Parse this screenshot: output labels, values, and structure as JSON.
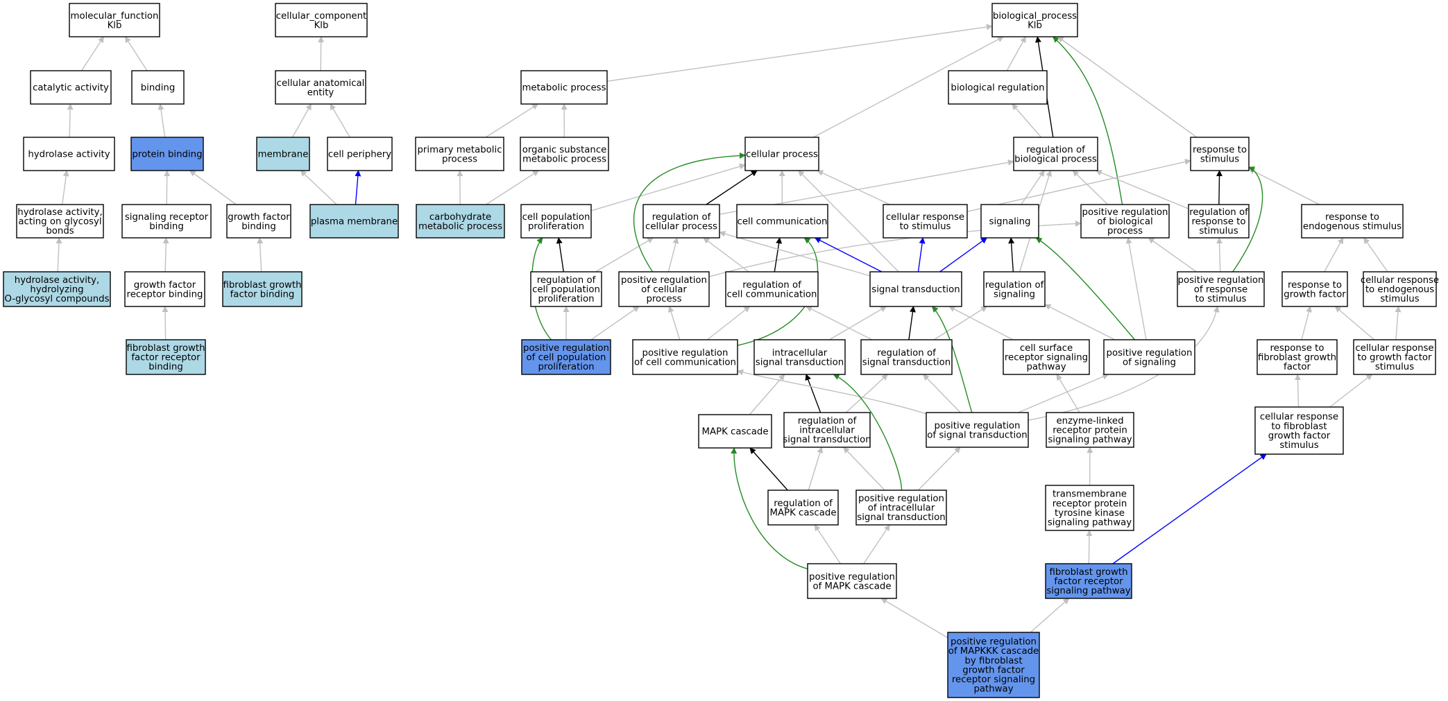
{
  "colors": {
    "white": "#ffffff",
    "lightblue": "#add8e6",
    "blue": "#6495ed",
    "is_a": "#c0c0c0",
    "regulates": "#000000",
    "part_of": "#0000ff",
    "positively_regulates": "#228b22"
  },
  "nodes": [
    {
      "id": "mf",
      "lines": [
        "molecular_function",
        "Klb"
      ],
      "fill": "white"
    },
    {
      "id": "cc",
      "lines": [
        "cellular_component",
        "Klb"
      ],
      "fill": "white"
    },
    {
      "id": "bp",
      "lines": [
        "biological_process",
        "Klb"
      ],
      "fill": "white"
    },
    {
      "id": "catalytic",
      "lines": [
        "catalytic activity"
      ],
      "fill": "white"
    },
    {
      "id": "binding",
      "lines": [
        "binding"
      ],
      "fill": "white"
    },
    {
      "id": "cae",
      "lines": [
        "cellular anatomical",
        "entity"
      ],
      "fill": "white"
    },
    {
      "id": "metabolic",
      "lines": [
        "metabolic process"
      ],
      "fill": "white"
    },
    {
      "id": "bioreg",
      "lines": [
        "biological regulation"
      ],
      "fill": "white"
    },
    {
      "id": "hydrolase",
      "lines": [
        "hydrolase activity"
      ],
      "fill": "white"
    },
    {
      "id": "protbind",
      "lines": [
        "protein binding"
      ],
      "fill": "blue"
    },
    {
      "id": "membrane",
      "lines": [
        "membrane"
      ],
      "fill": "lightblue"
    },
    {
      "id": "cellperiph",
      "lines": [
        "cell periphery"
      ],
      "fill": "white"
    },
    {
      "id": "primmet",
      "lines": [
        "primary metabolic",
        "process"
      ],
      "fill": "white"
    },
    {
      "id": "orgsub",
      "lines": [
        "organic substance",
        "metabolic process"
      ],
      "fill": "white"
    },
    {
      "id": "cellproc",
      "lines": [
        "cellular process"
      ],
      "fill": "white"
    },
    {
      "id": "regbio",
      "lines": [
        "regulation of",
        "biological process"
      ],
      "fill": "white"
    },
    {
      "id": "resp",
      "lines": [
        "response to",
        "stimulus"
      ],
      "fill": "white"
    },
    {
      "id": "hydroglyc",
      "lines": [
        "hydrolase activity,",
        "acting on glycosyl",
        "bonds"
      ],
      "fill": "white"
    },
    {
      "id": "sigrecbind",
      "lines": [
        "signaling receptor",
        "binding"
      ],
      "fill": "white"
    },
    {
      "id": "gfbind",
      "lines": [
        "growth factor",
        "binding"
      ],
      "fill": "white"
    },
    {
      "id": "plasmamem",
      "lines": [
        "plasma membrane"
      ],
      "fill": "lightblue"
    },
    {
      "id": "carbmet",
      "lines": [
        "carbohydrate",
        "metabolic process"
      ],
      "fill": "lightblue"
    },
    {
      "id": "cellpopprol",
      "lines": [
        "cell population",
        "proliferation"
      ],
      "fill": "white"
    },
    {
      "id": "regcellproc",
      "lines": [
        "regulation of",
        "cellular process"
      ],
      "fill": "white"
    },
    {
      "id": "cellcomm",
      "lines": [
        "cell communication"
      ],
      "fill": "white"
    },
    {
      "id": "cellresp",
      "lines": [
        "cellular response",
        "to stimulus"
      ],
      "fill": "white"
    },
    {
      "id": "signaling",
      "lines": [
        "signaling"
      ],
      "fill": "white"
    },
    {
      "id": "posregbio",
      "lines": [
        "positive regulation",
        "of biological",
        "process"
      ],
      "fill": "white"
    },
    {
      "id": "regresp",
      "lines": [
        "regulation of",
        "response to",
        "stimulus"
      ],
      "fill": "white"
    },
    {
      "id": "respendo",
      "lines": [
        "response to",
        "endogenous stimulus"
      ],
      "fill": "white"
    },
    {
      "id": "hydroO",
      "lines": [
        "hydrolase activity,",
        "hydrolyzing",
        "O-glycosyl compounds"
      ],
      "fill": "lightblue"
    },
    {
      "id": "gfrecbind",
      "lines": [
        "growth factor",
        "receptor binding"
      ],
      "fill": "white"
    },
    {
      "id": "fgfbind",
      "lines": [
        "fibroblast growth",
        "factor binding"
      ],
      "fill": "lightblue"
    },
    {
      "id": "regcellpop",
      "lines": [
        "regulation of",
        "cell population",
        "proliferation"
      ],
      "fill": "white"
    },
    {
      "id": "posregcell",
      "lines": [
        "positive regulation",
        "of cellular",
        "process"
      ],
      "fill": "white"
    },
    {
      "id": "regcellcomm",
      "lines": [
        "regulation of",
        "cell communication"
      ],
      "fill": "white"
    },
    {
      "id": "sigtrans",
      "lines": [
        "signal transduction"
      ],
      "fill": "white"
    },
    {
      "id": "regsig",
      "lines": [
        "regulation of",
        "signaling"
      ],
      "fill": "white"
    },
    {
      "id": "posregresp",
      "lines": [
        "positive regulation",
        "of response",
        "to stimulus"
      ],
      "fill": "white"
    },
    {
      "id": "respgf",
      "lines": [
        "response to",
        "growth factor"
      ],
      "fill": "white"
    },
    {
      "id": "cellrespendo",
      "lines": [
        "cellular response",
        "to endogenous",
        "stimulus"
      ],
      "fill": "white"
    },
    {
      "id": "fgfrecbind",
      "lines": [
        "fibroblast growth",
        "factor receptor",
        "binding"
      ],
      "fill": "lightblue"
    },
    {
      "id": "posregcellpop",
      "lines": [
        "positive regulation",
        "of cell population",
        "proliferation"
      ],
      "fill": "blue"
    },
    {
      "id": "posregcellcomm",
      "lines": [
        "positive regulation",
        "of cell communication"
      ],
      "fill": "white"
    },
    {
      "id": "intrasig",
      "lines": [
        "intracellular",
        "signal transduction"
      ],
      "fill": "white"
    },
    {
      "id": "regsigtrans",
      "lines": [
        "regulation of",
        "signal transduction"
      ],
      "fill": "white"
    },
    {
      "id": "cellsurf",
      "lines": [
        "cell surface",
        "receptor signaling",
        "pathway"
      ],
      "fill": "white"
    },
    {
      "id": "posregsig",
      "lines": [
        "positive regulation",
        "of signaling"
      ],
      "fill": "white"
    },
    {
      "id": "respfgf",
      "lines": [
        "response to",
        "fibroblast growth",
        "factor"
      ],
      "fill": "white"
    },
    {
      "id": "cellrespgf",
      "lines": [
        "cellular response",
        "to growth factor",
        "stimulus"
      ],
      "fill": "white"
    },
    {
      "id": "mapk",
      "lines": [
        "MAPK cascade"
      ],
      "fill": "white"
    },
    {
      "id": "regintra",
      "lines": [
        "regulation of",
        "intracellular",
        "signal transduction"
      ],
      "fill": "white"
    },
    {
      "id": "posregsigtrans",
      "lines": [
        "positive regulation",
        "of signal transduction"
      ],
      "fill": "white"
    },
    {
      "id": "enzlink",
      "lines": [
        "enzyme-linked",
        "receptor protein",
        "signaling pathway"
      ],
      "fill": "white"
    },
    {
      "id": "cellrespfgf",
      "lines": [
        "cellular response",
        "to fibroblast",
        "growth factor",
        "stimulus"
      ],
      "fill": "white"
    },
    {
      "id": "regmapk",
      "lines": [
        "regulation of",
        "MAPK cascade"
      ],
      "fill": "white"
    },
    {
      "id": "posregintra",
      "lines": [
        "positive regulation",
        "of intracellular",
        "signal transduction"
      ],
      "fill": "white"
    },
    {
      "id": "tmrtk",
      "lines": [
        "transmembrane",
        "receptor protein",
        "tyrosine kinase",
        "signaling pathway"
      ],
      "fill": "white"
    },
    {
      "id": "posregmapk",
      "lines": [
        "positive regulation",
        "of MAPK cascade"
      ],
      "fill": "white"
    },
    {
      "id": "fgfsig",
      "lines": [
        "fibroblast growth",
        "factor receptor",
        "signaling pathway"
      ],
      "fill": "blue"
    },
    {
      "id": "posregmapkkk",
      "lines": [
        "positive regulation",
        "of MAPKKK cascade",
        "by fibroblast",
        "growth factor",
        "receptor signaling",
        "pathway"
      ],
      "fill": "blue"
    }
  ],
  "edges": [
    {
      "from": "catalytic",
      "to": "mf",
      "type": "is_a"
    },
    {
      "from": "binding",
      "to": "mf",
      "type": "is_a"
    },
    {
      "from": "hydrolase",
      "to": "catalytic",
      "type": "is_a"
    },
    {
      "from": "protbind",
      "to": "binding",
      "type": "is_a"
    },
    {
      "from": "hydroglyc",
      "to": "hydrolase",
      "type": "is_a"
    },
    {
      "from": "hydroO",
      "to": "hydroglyc",
      "type": "is_a"
    },
    {
      "from": "sigrecbind",
      "to": "protbind",
      "type": "is_a"
    },
    {
      "from": "gfbind",
      "to": "protbind",
      "type": "is_a"
    },
    {
      "from": "gfrecbind",
      "to": "sigrecbind",
      "type": "is_a"
    },
    {
      "from": "fgfrecbind",
      "to": "gfrecbind",
      "type": "is_a"
    },
    {
      "from": "fgfbind",
      "to": "gfbind",
      "type": "is_a"
    },
    {
      "from": "cae",
      "to": "cc",
      "type": "is_a"
    },
    {
      "from": "membrane",
      "to": "cae",
      "type": "is_a"
    },
    {
      "from": "cellperiph",
      "to": "cae",
      "type": "is_a"
    },
    {
      "from": "plasmamem",
      "to": "membrane",
      "type": "is_a"
    },
    {
      "from": "plasmamem",
      "to": "cellperiph",
      "type": "part_of"
    },
    {
      "from": "metabolic",
      "to": "bp",
      "type": "is_a"
    },
    {
      "from": "primmet",
      "to": "metabolic",
      "type": "is_a"
    },
    {
      "from": "orgsub",
      "to": "metabolic",
      "type": "is_a"
    },
    {
      "from": "carbmet",
      "to": "primmet",
      "type": "is_a"
    },
    {
      "from": "carbmet",
      "to": "orgsub",
      "type": "is_a"
    },
    {
      "from": "cellproc",
      "to": "bp",
      "type": "is_a"
    },
    {
      "from": "bioreg",
      "to": "bp",
      "type": "is_a"
    },
    {
      "from": "regbio",
      "to": "bioreg",
      "type": "is_a"
    },
    {
      "from": "regbio",
      "to": "bp",
      "type": "regulates"
    },
    {
      "from": "posregbio",
      "to": "bp",
      "type": "positively_regulates"
    },
    {
      "from": "resp",
      "to": "bp",
      "type": "is_a"
    },
    {
      "from": "cellpopprol",
      "to": "cellproc",
      "type": "is_a"
    },
    {
      "from": "regcellproc",
      "to": "cellproc",
      "type": "regulates"
    },
    {
      "from": "regcellproc",
      "to": "regbio",
      "type": "is_a"
    },
    {
      "from": "cellcomm",
      "to": "cellproc",
      "type": "is_a"
    },
    {
      "from": "cellresp",
      "to": "cellproc",
      "type": "is_a"
    },
    {
      "from": "cellresp",
      "to": "resp",
      "type": "is_a"
    },
    {
      "from": "signaling",
      "to": "regbio",
      "type": "is_a"
    },
    {
      "from": "posregbio",
      "to": "regbio",
      "type": "is_a"
    },
    {
      "from": "regresp",
      "to": "regbio",
      "type": "is_a"
    },
    {
      "from": "regresp",
      "to": "resp",
      "type": "regulates"
    },
    {
      "from": "respendo",
      "to": "resp",
      "type": "is_a"
    },
    {
      "from": "regcellpop",
      "to": "cellpopprol",
      "type": "regulates"
    },
    {
      "from": "regcellpop",
      "to": "regcellproc",
      "type": "is_a"
    },
    {
      "from": "posregcell",
      "to": "regcellproc",
      "type": "is_a"
    },
    {
      "from": "posregcell",
      "to": "cellproc",
      "type": "positively_regulates"
    },
    {
      "from": "posregcell",
      "to": "posregbio",
      "type": "is_a"
    },
    {
      "from": "regcellcomm",
      "to": "cellcomm",
      "type": "regulates"
    },
    {
      "from": "regcellcomm",
      "to": "regcellproc",
      "type": "is_a"
    },
    {
      "from": "sigtrans",
      "to": "cellcomm",
      "type": "part_of"
    },
    {
      "from": "sigtrans",
      "to": "cellresp",
      "type": "part_of"
    },
    {
      "from": "sigtrans",
      "to": "signaling",
      "type": "part_of"
    },
    {
      "from": "sigtrans",
      "to": "cellproc",
      "type": "is_a"
    },
    {
      "from": "sigtrans",
      "to": "regcellproc",
      "type": "is_a"
    },
    {
      "from": "regsig",
      "to": "signaling",
      "type": "regulates"
    },
    {
      "from": "regsig",
      "to": "regbio",
      "type": "is_a"
    },
    {
      "from": "posregresp",
      "to": "regresp",
      "type": "is_a"
    },
    {
      "from": "posregresp",
      "to": "resp",
      "type": "positively_regulates"
    },
    {
      "from": "posregresp",
      "to": "posregbio",
      "type": "is_a"
    },
    {
      "from": "respgf",
      "to": "respendo",
      "type": "is_a"
    },
    {
      "from": "cellrespendo",
      "to": "respendo",
      "type": "is_a"
    },
    {
      "from": "posregcellpop",
      "to": "cellpopprol",
      "type": "positively_regulates"
    },
    {
      "from": "posregcellpop",
      "to": "regcellpop",
      "type": "is_a"
    },
    {
      "from": "posregcellpop",
      "to": "posregcell",
      "type": "is_a"
    },
    {
      "from": "posregcellcomm",
      "to": "regcellcomm",
      "type": "is_a"
    },
    {
      "from": "posregcellcomm",
      "to": "posregcell",
      "type": "is_a"
    },
    {
      "from": "posregcellcomm",
      "to": "cellcomm",
      "type": "positively_regulates"
    },
    {
      "from": "intrasig",
      "to": "sigtrans",
      "type": "is_a"
    },
    {
      "from": "regsigtrans",
      "to": "sigtrans",
      "type": "regulates"
    },
    {
      "from": "regsigtrans",
      "to": "regsig",
      "type": "is_a"
    },
    {
      "from": "regsigtrans",
      "to": "regcellcomm",
      "type": "is_a"
    },
    {
      "from": "cellsurf",
      "to": "sigtrans",
      "type": "is_a"
    },
    {
      "from": "posregsig",
      "to": "regsig",
      "type": "is_a"
    },
    {
      "from": "posregsig",
      "to": "signaling",
      "type": "positively_regulates"
    },
    {
      "from": "posregsig",
      "to": "posregbio",
      "type": "is_a"
    },
    {
      "from": "respfgf",
      "to": "respgf",
      "type": "is_a"
    },
    {
      "from": "cellrespgf",
      "to": "respgf",
      "type": "is_a"
    },
    {
      "from": "cellrespgf",
      "to": "cellrespendo",
      "type": "is_a"
    },
    {
      "from": "mapk",
      "to": "intrasig",
      "type": "is_a"
    },
    {
      "from": "regintra",
      "to": "intrasig",
      "type": "regulates"
    },
    {
      "from": "regintra",
      "to": "regsigtrans",
      "type": "is_a"
    },
    {
      "from": "posregsigtrans",
      "to": "regsigtrans",
      "type": "is_a"
    },
    {
      "from": "posregsigtrans",
      "to": "sigtrans",
      "type": "positively_regulates"
    },
    {
      "from": "posregsigtrans",
      "to": "posregcellcomm",
      "type": "is_a"
    },
    {
      "from": "posregsigtrans",
      "to": "posregsig",
      "type": "is_a"
    },
    {
      "from": "posregsigtrans",
      "to": "posregresp",
      "type": "is_a"
    },
    {
      "from": "enzlink",
      "to": "cellsurf",
      "type": "is_a"
    },
    {
      "from": "cellrespfgf",
      "to": "respfgf",
      "type": "is_a"
    },
    {
      "from": "cellrespfgf",
      "to": "cellrespgf",
      "type": "is_a"
    },
    {
      "from": "regmapk",
      "to": "mapk",
      "type": "regulates"
    },
    {
      "from": "regmapk",
      "to": "regintra",
      "type": "is_a"
    },
    {
      "from": "posregintra",
      "to": "regintra",
      "type": "is_a"
    },
    {
      "from": "posregintra",
      "to": "intrasig",
      "type": "positively_regulates"
    },
    {
      "from": "posregintra",
      "to": "posregsigtrans",
      "type": "is_a"
    },
    {
      "from": "tmrtk",
      "to": "enzlink",
      "type": "is_a"
    },
    {
      "from": "posregmapk",
      "to": "regmapk",
      "type": "is_a"
    },
    {
      "from": "posregmapk",
      "to": "mapk",
      "type": "positively_regulates"
    },
    {
      "from": "posregmapk",
      "to": "posregintra",
      "type": "is_a"
    },
    {
      "from": "fgfsig",
      "to": "tmrtk",
      "type": "is_a"
    },
    {
      "from": "fgfsig",
      "to": "cellrespfgf",
      "type": "part_of"
    },
    {
      "from": "posregmapkkk",
      "to": "posregmapk",
      "type": "is_a"
    },
    {
      "from": "posregmapkkk",
      "to": "fgfsig",
      "type": "is_a"
    }
  ]
}
